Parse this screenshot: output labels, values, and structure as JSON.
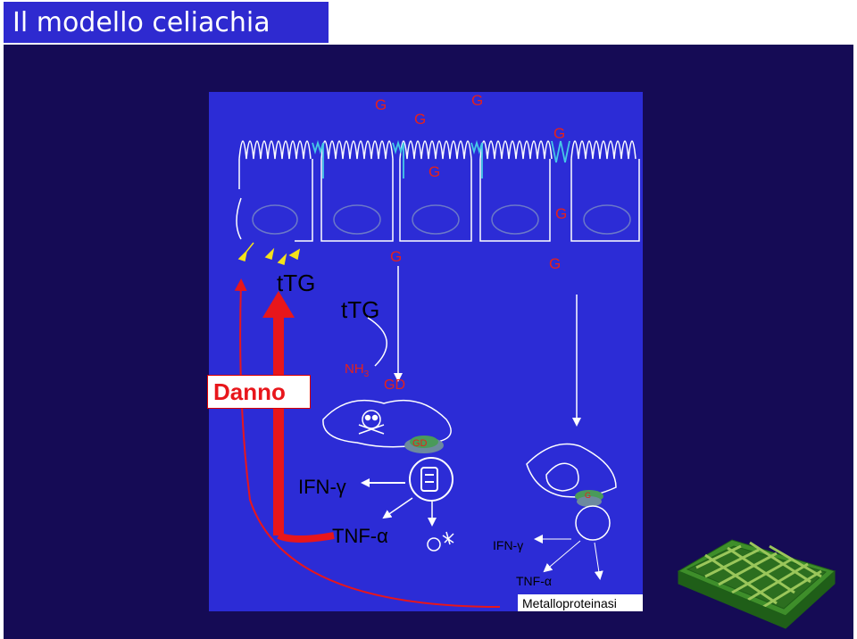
{
  "title": "Il modello celiachia",
  "labels": {
    "g": "G",
    "ttg_left": "tTG",
    "ttg_center": "tTG",
    "nh3": "NH",
    "nh3_sub": "3",
    "gd_center": "GD",
    "gd_cell": "GD",
    "danno": "Danno",
    "ifn_left": "IFN-γ",
    "tnf_left": "TNF-α",
    "ifn_right": "IFN-γ",
    "tnf_right": "TNF-α",
    "metallo": "Metalloproteinasi"
  },
  "colors": {
    "title_bg": "#2e2ad0",
    "slide_bg": "#150b55",
    "panel_bg": "#2c2cd6",
    "gluten_red": "#e5211b",
    "arrow_red": "#e8161b",
    "tissue_green": "#3e8e2a"
  }
}
